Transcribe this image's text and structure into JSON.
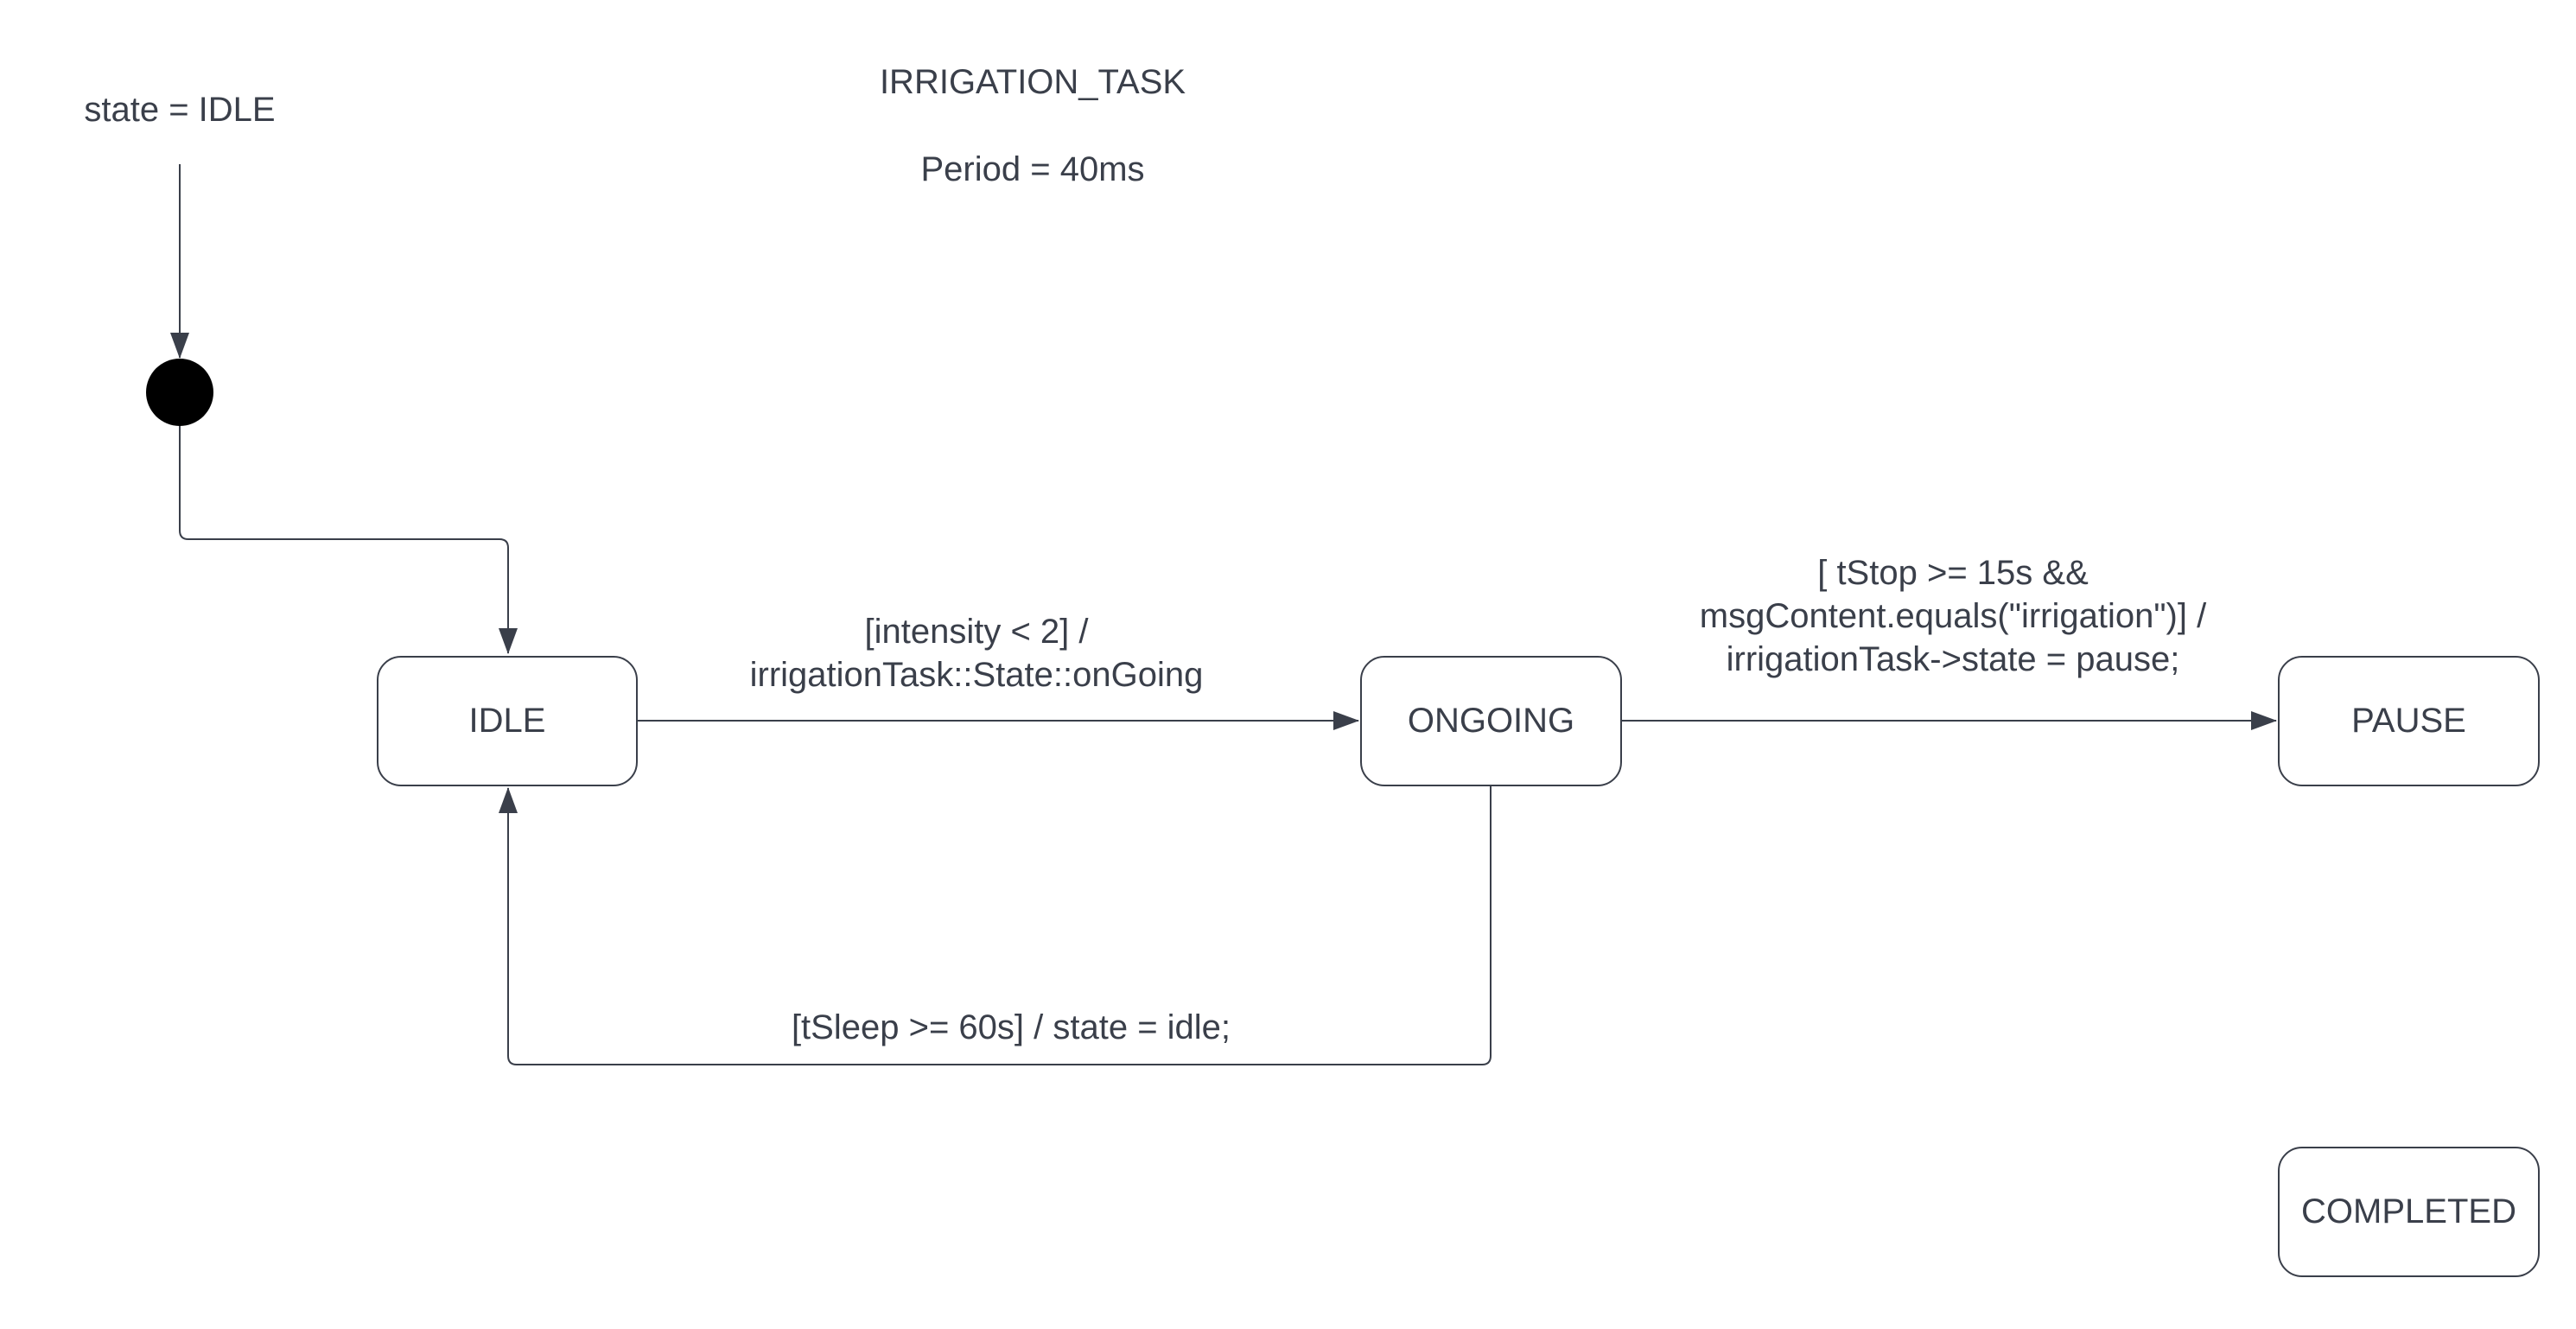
{
  "diagram": {
    "title": "IRRIGATION_TASK",
    "period": "Period = 40ms",
    "initial_note": "state = IDLE",
    "states": {
      "idle": "IDLE",
      "ongoing": "ONGOING",
      "pause": "PAUSE",
      "completed": "COMPLETED"
    },
    "transitions": {
      "idle_to_ongoing": {
        "line1": "[intensity < 2] /",
        "line2": "irrigationTask::State::onGoing"
      },
      "ongoing_to_pause": {
        "line1": "[ tStop >= 15s &&",
        "line2": "msgContent.equals(\"irrigation\")] /",
        "line3": "irrigationTask->state = pause;"
      },
      "ongoing_to_idle": {
        "line1": "[tSleep >= 60s] / state = idle;"
      }
    },
    "colors": {
      "stroke": "#3a3f4a",
      "initial_node": "#000000",
      "background": "#ffffff"
    }
  }
}
